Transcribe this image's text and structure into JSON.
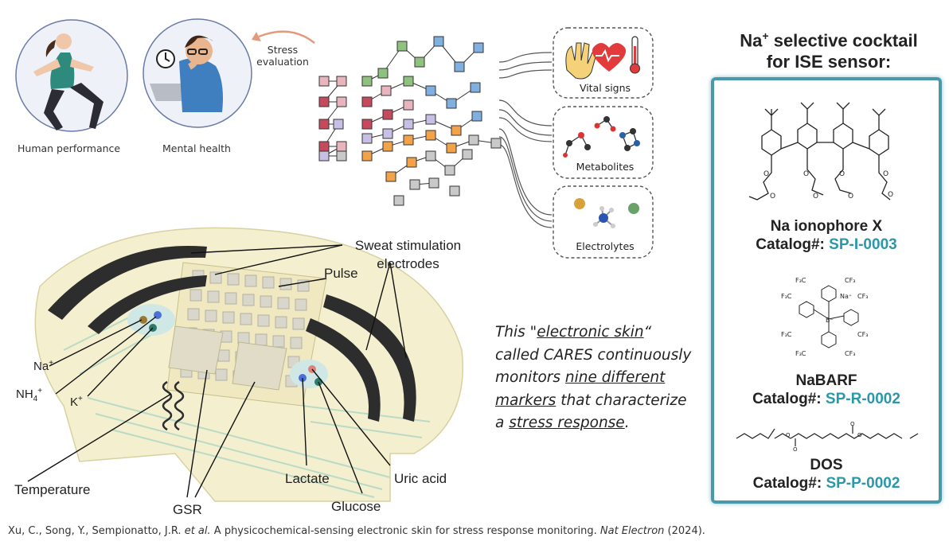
{
  "top_icons": {
    "human_performance": "Human performance",
    "mental_health": "Mental health",
    "stress_evaluation_line1": "Stress",
    "stress_evaluation_line2": "evaluation"
  },
  "cards": {
    "vital_signs": "Vital signs",
    "metabolites": "Metabolites",
    "electrolytes": "Electrolytes"
  },
  "device_labels": {
    "sweat_line1": "Sweat stimulation",
    "sweat_line2": "electrodes",
    "pulse": "Pulse",
    "na": "Na",
    "na_sup": "+",
    "nh": "NH",
    "nh_sub": "4",
    "nh_sup": "+",
    "k": "K",
    "k_sup": "+",
    "temperature": "Temperature",
    "gsr": "GSR",
    "lactate": "Lactate",
    "glucose": "Glucose",
    "uric_acid": "Uric acid"
  },
  "quote": {
    "part1": "This \"",
    "part2": "electronic skin",
    "part3": "“ called CARES continuously monitors ",
    "part4": "nine different markers",
    "part5": " that characterize a ",
    "part6": "stress response",
    "part7": "."
  },
  "citation": {
    "authors": "Xu, C., Song, Y., Sempionatto, J.R. ",
    "etal": "et al.",
    "title": " A physicochemical-sensing electronic skin for stress response monitoring. ",
    "journal": "Nat Electron",
    "year": " (2024)."
  },
  "right_panel": {
    "title_na": "Na",
    "title_sup": "+",
    "title_line1_rest": " selective cocktail",
    "title_line2": "for ISE sensor:",
    "accent_color": "#2a98a8",
    "products": [
      {
        "name": "Na ionophore X",
        "catalog_label": "Catalog#: ",
        "catalog_id": "SP-I-0003"
      },
      {
        "name": "NaBARF",
        "catalog_label": "Catalog#: ",
        "catalog_id": "SP-R-0002"
      },
      {
        "name": "DOS",
        "catalog_label": "Catalog#: ",
        "catalog_id": "SP-P-0002"
      }
    ],
    "barf_labels": {
      "f3c_a": "F₃C",
      "cf3_a": "CF₃",
      "f3c_b": "F₃C",
      "na_plus": "Na⁺",
      "cf3_b": "CF₃",
      "b_minus": "B⁻",
      "f3c_c": "F₃C",
      "cf3_c": "CF₃",
      "f3c_d": "F₃C",
      "cf3_d": "CF₃"
    }
  }
}
